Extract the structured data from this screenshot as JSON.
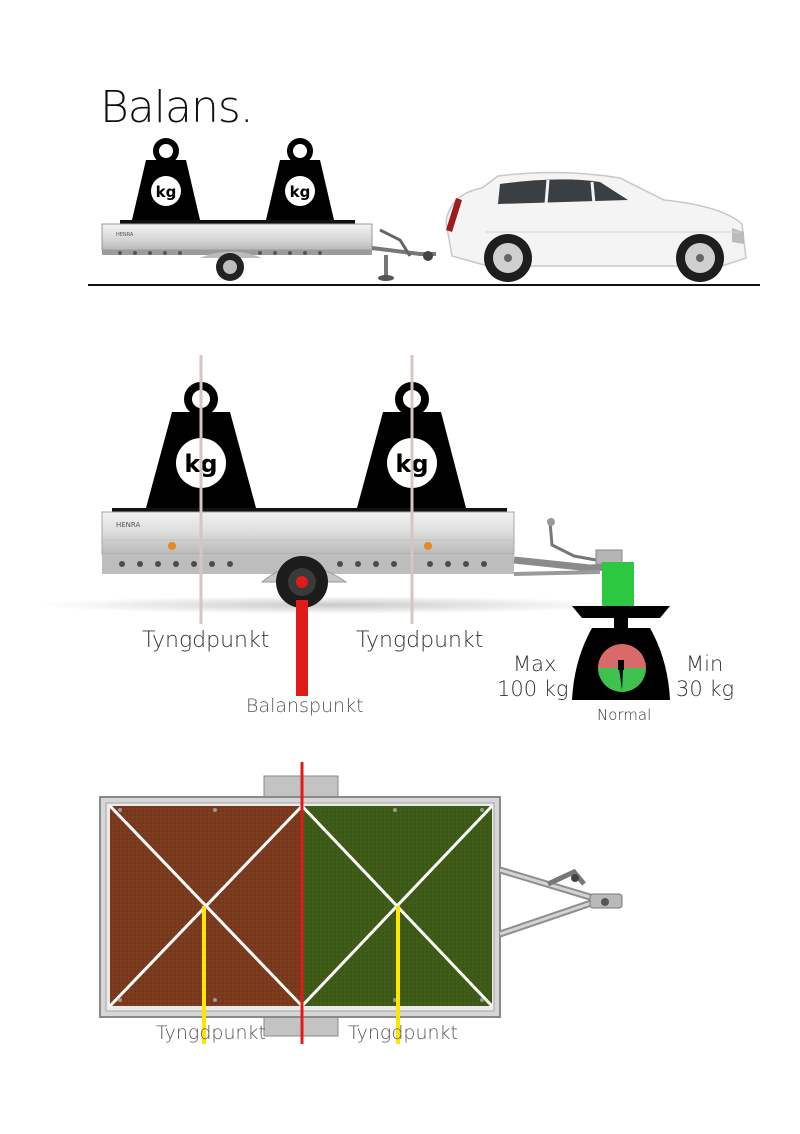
{
  "title": "Balans.",
  "weight_label": "kg",
  "side_view": {
    "left_label": "Tyngdpunkt",
    "right_label": "Tyngdpunkt",
    "balance_label": "Balanspunkt"
  },
  "scale": {
    "max_label": "Max",
    "max_value": "100 kg",
    "min_label": "Min",
    "min_value": "30 kg",
    "normal_label": "Normal"
  },
  "top_view": {
    "left_label": "Tyngdpunkt",
    "right_label": "Tyngdpunkt"
  },
  "trailer_brand": "HENRA",
  "colors": {
    "balance_line": "#e01b1b",
    "gravity_line": "#d9c3c3",
    "front_zone": "#3e5a17",
    "rear_zone": "#7a3a1e",
    "gravity_marker": "#ffe600",
    "scale_red": "#d86a6a",
    "scale_green": "#3fc14d",
    "jockey_green": "#2bc840"
  }
}
